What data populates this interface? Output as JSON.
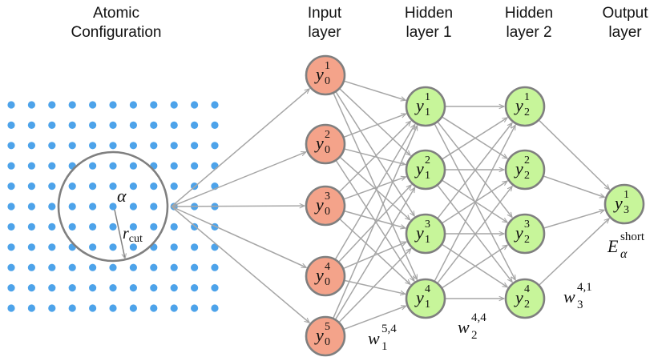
{
  "headers": {
    "atomic": [
      "Atomic",
      "Configuration"
    ],
    "input": [
      "Input",
      "layer"
    ],
    "hidden1": [
      "Hidden",
      "layer 1"
    ],
    "hidden2": [
      "Hidden",
      "layer 2"
    ],
    "output": [
      "Output",
      "layer"
    ]
  },
  "colors": {
    "atom": "#4da3ea",
    "input_fill": "#f4a38a",
    "hidden_fill": "#c7f59a",
    "node_stroke": "#7f7f7f",
    "edge": "#a6a6a6",
    "circle": "#808080"
  },
  "atoms": {
    "columns": 11,
    "rows": 11
  },
  "cutoff": {
    "center_label": "α",
    "radius_label": "r",
    "radius_sub": "cut"
  },
  "layers": {
    "input": {
      "var": "y",
      "sub": "0",
      "sups": [
        "1",
        "2",
        "3",
        "4",
        "5"
      ]
    },
    "hidden1": {
      "var": "y",
      "sub": "1",
      "sups": [
        "1",
        "2",
        "3",
        "4"
      ]
    },
    "hidden2": {
      "var": "y",
      "sub": "2",
      "sups": [
        "1",
        "2",
        "3",
        "4"
      ]
    },
    "output": {
      "var": "y",
      "sub": "3",
      "sups": [
        "1"
      ]
    }
  },
  "weights": [
    {
      "var": "w",
      "sub": "1",
      "sup": "5,4"
    },
    {
      "var": "w",
      "sub": "2",
      "sup": "4,4"
    },
    {
      "var": "w",
      "sub": "3",
      "sup": "4,1"
    }
  ],
  "energy": {
    "var": "E",
    "sub": "α",
    "sup": "short"
  }
}
